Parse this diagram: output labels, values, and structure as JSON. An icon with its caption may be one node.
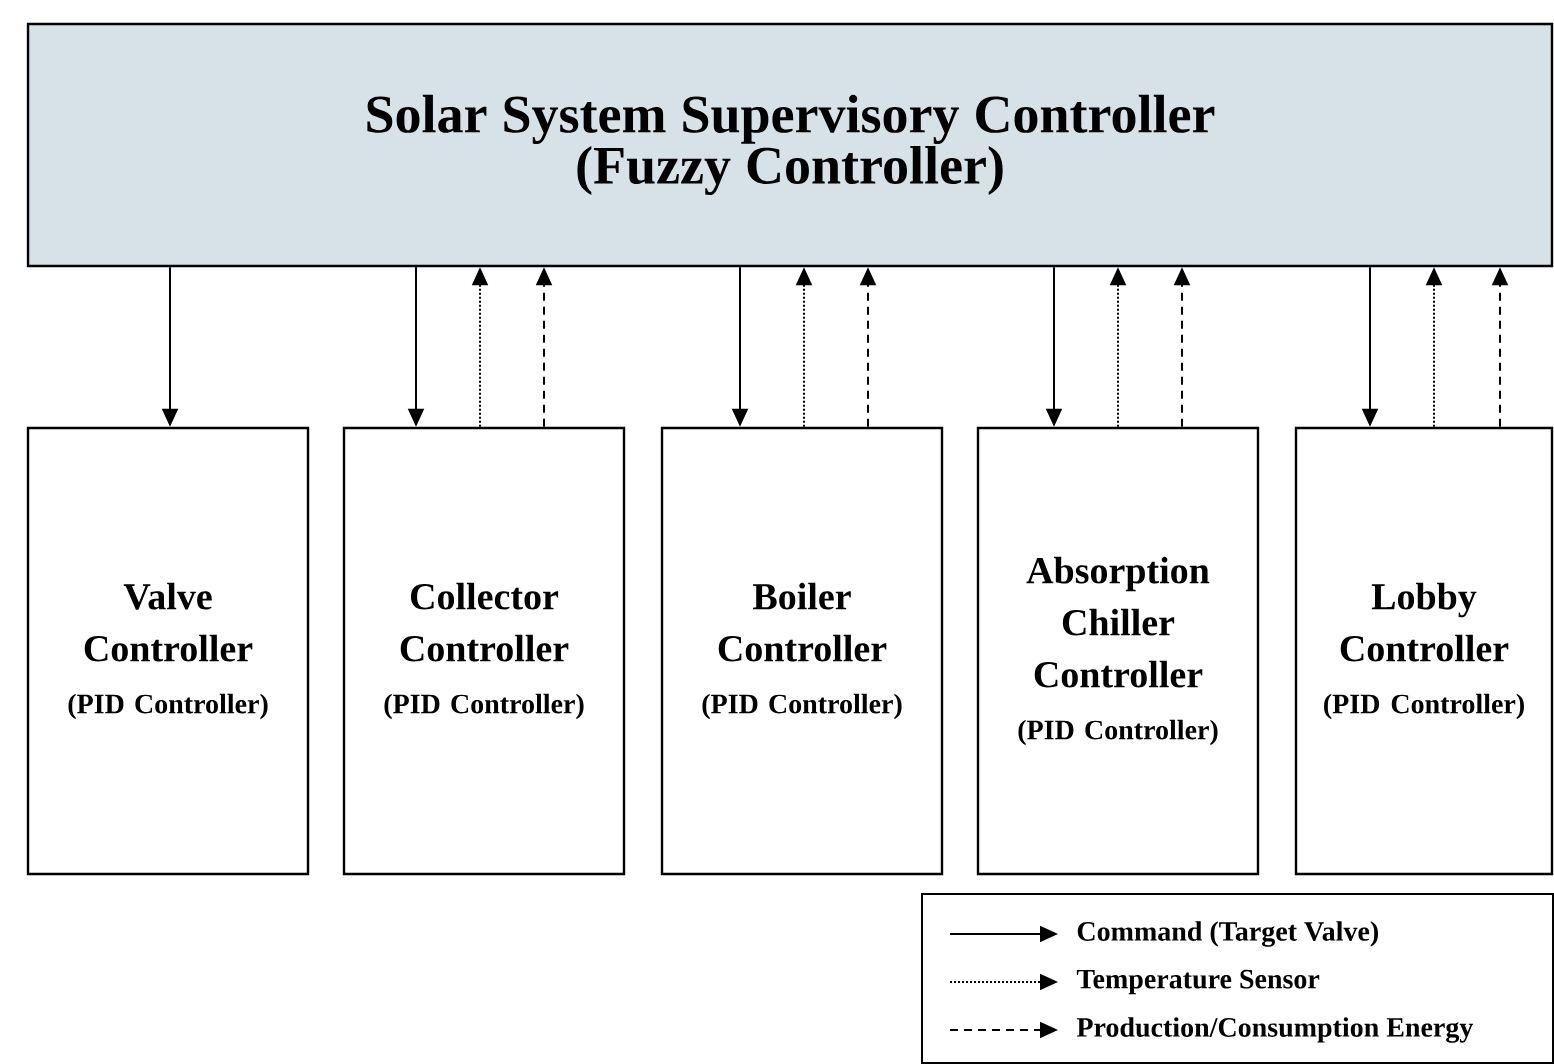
{
  "diagram": {
    "nodes": [
      {
        "text": [
          "Solar System Supervisory Controller",
          "(Fuzzy Controller)"
        ]
      },
      {
        "text": [
          "Valve Controller",
          "(PID Controller)"
        ]
      },
      {
        "text": [
          "Collector Controller",
          "(PID Controller)"
        ]
      },
      {
        "text": [
          "Boiler Controller",
          "(PID Controller)"
        ]
      },
      {
        "text": [
          "Absorption Chiller Controller",
          "(PID Controller)"
        ]
      },
      {
        "text": [
          "Lobby Controller",
          "(PID Controller)"
        ]
      }
    ],
    "edges": [
      {
        "from": 0,
        "to": 1,
        "arrow": "to"
      },
      {
        "from": 0,
        "to": 2,
        "arrow": "to"
      },
      {
        "from": 2,
        "to": 0,
        "arrow": "to",
        "style": "dashed"
      },
      {
        "from": 2,
        "to": 0,
        "arrow": "to",
        "style": "dashed"
      },
      {
        "from": 0,
        "to": 3,
        "arrow": "to"
      },
      {
        "from": 3,
        "to": 0,
        "arrow": "to",
        "style": "dashed"
      },
      {
        "from": 3,
        "to": 0,
        "arrow": "to",
        "style": "dashed"
      },
      {
        "from": 0,
        "to": 4,
        "arrow": "to"
      },
      {
        "from": 4,
        "to": 0,
        "arrow": "to",
        "style": "dashed"
      },
      {
        "from": 4,
        "to": 0,
        "arrow": "to",
        "style": "dashed"
      },
      {
        "from": 0,
        "to": 5,
        "arrow": "to"
      },
      {
        "from": 5,
        "to": 0,
        "arrow": "to",
        "style": "dashed"
      },
      {
        "from": 5,
        "to": 0,
        "arrow": "to",
        "style": "dashed"
      }
    ],
    "legend": [
      {
        "text": "Command (Target Valve)"
      },
      {
        "text": "Temperature Sensor"
      },
      {
        "text": "Production/Consumption Energy"
      }
    ]
  }
}
